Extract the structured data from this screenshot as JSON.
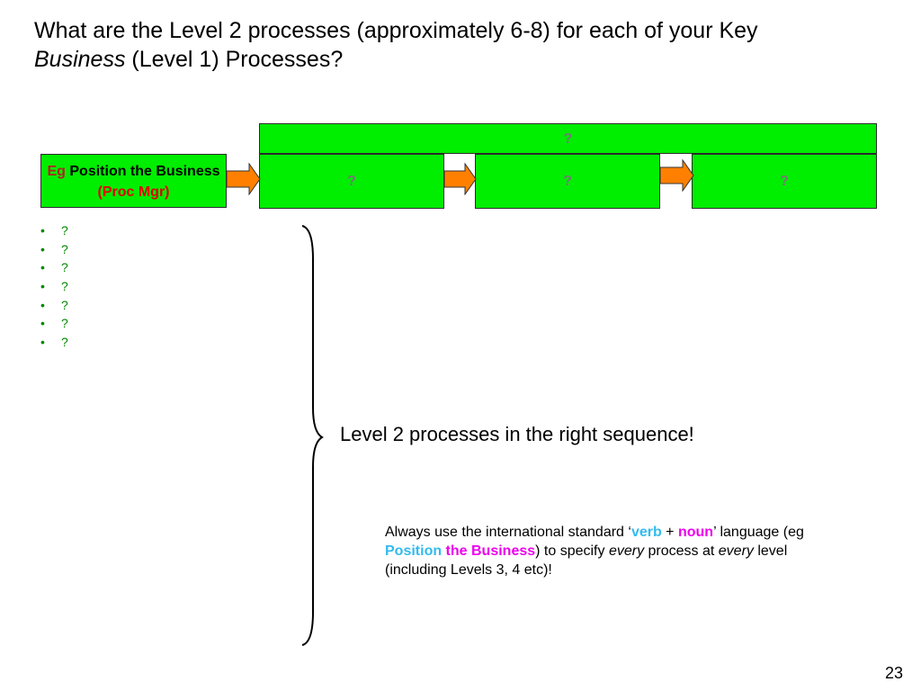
{
  "title": {
    "line1": "What are the Level 2 processes (approximately 6-8) for each of your Key",
    "italic": "Business",
    "line2_rest": " (Level 1) Processes?"
  },
  "level1_box": {
    "eg": "Eg",
    "main": "Position the Business",
    "mgr": "(Proc Mgr)"
  },
  "level2_bar": {
    "label": "?"
  },
  "level2_boxes": [
    {
      "label": "?"
    },
    {
      "label": "?"
    },
    {
      "label": "?"
    }
  ],
  "bullets": [
    "?",
    "?",
    "?",
    "?",
    "?",
    "?",
    "?"
  ],
  "sequence_text": "Level 2 processes in the right sequence!",
  "note": {
    "p1": "Always use the international standard ‘",
    "verb": "verb",
    "plus": " + ",
    "noun": "noun",
    "p2": "’ language (eg ",
    "ex1": "Position",
    "ex2": " the Business",
    "p3": ") to specify ",
    "every1": "every",
    "p4": " process at ",
    "every2": "every",
    "p5": " level (including Levels 3, 4 etc)!"
  },
  "page_number": "23",
  "colors": {
    "process_green": "#00ee00",
    "arrow_orange": "#ff8000",
    "verb_blue": "#33bbee",
    "noun_magenta": "#ee00ee",
    "accent_red": "#e00000"
  }
}
